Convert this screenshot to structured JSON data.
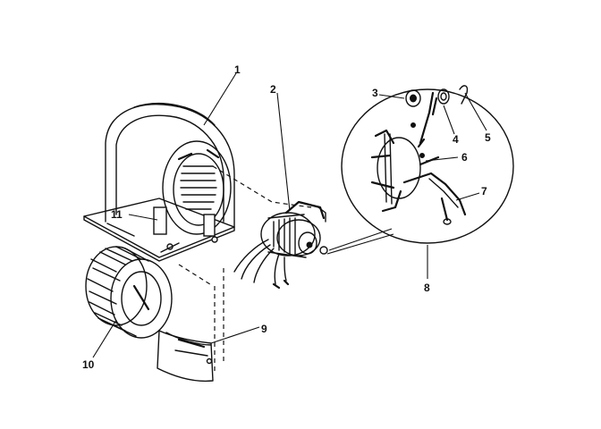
{
  "parts": [
    {
      "key": "p1",
      "label": "1"
    },
    {
      "key": "p2",
      "label": "2"
    },
    {
      "key": "p3",
      "label": "3"
    },
    {
      "key": "p4",
      "label": "4"
    },
    {
      "key": "p5",
      "label": "5"
    },
    {
      "key": "p6",
      "label": "6"
    },
    {
      "key": "p7",
      "label": "7"
    },
    {
      "key": "p8",
      "label": "8"
    },
    {
      "key": "p9",
      "label": "9"
    },
    {
      "key": "p10",
      "label": "10"
    },
    {
      "key": "p11",
      "label": "11"
    }
  ]
}
